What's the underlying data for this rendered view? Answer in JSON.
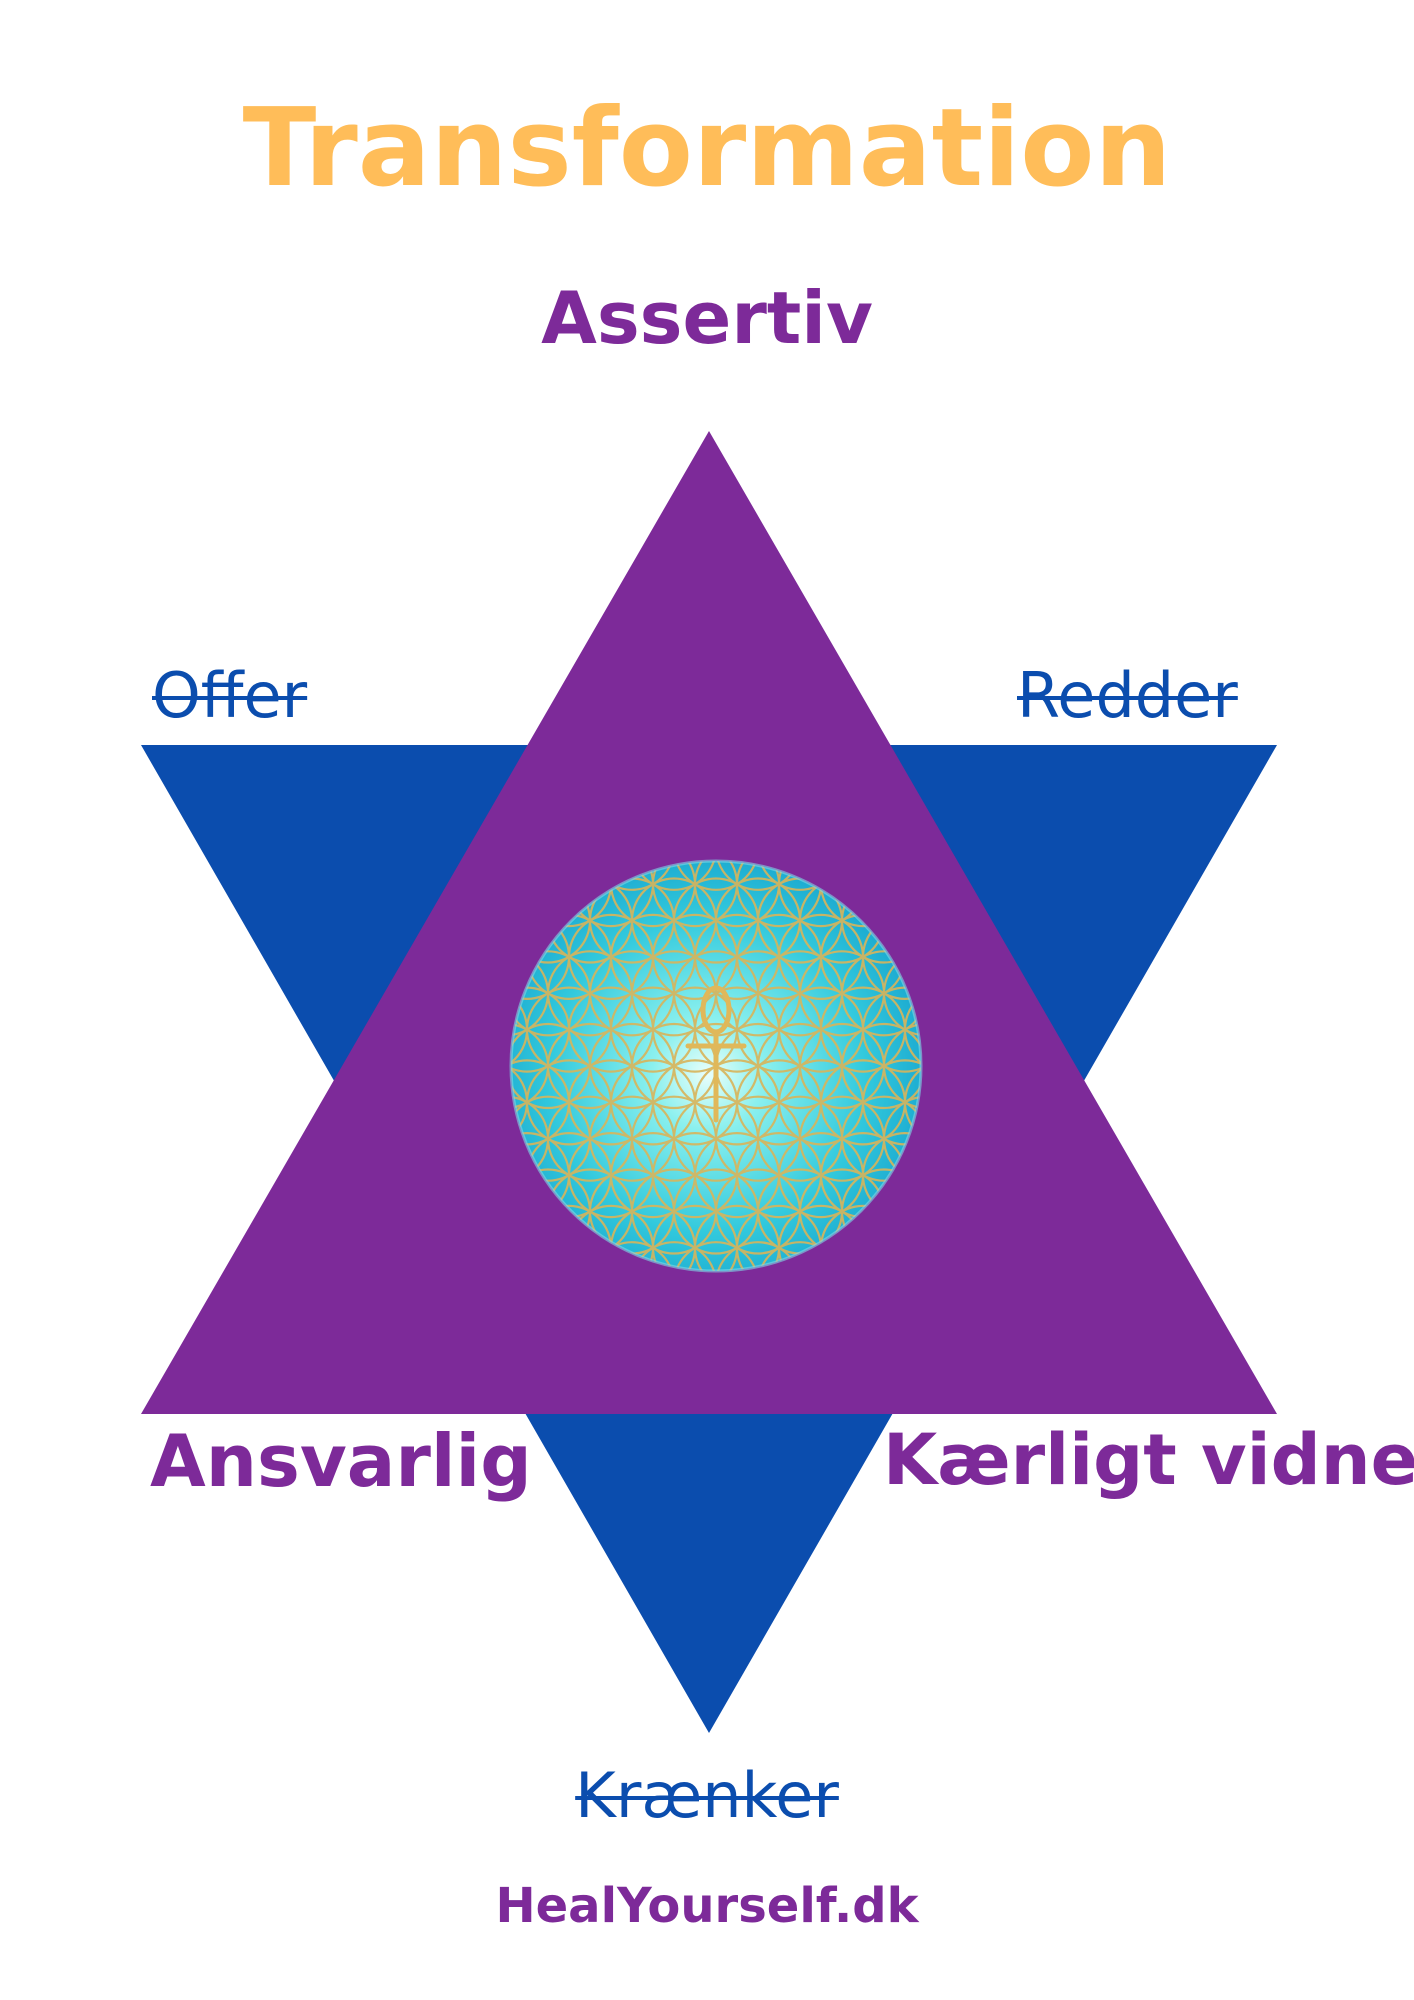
{
  "title": "Transformation",
  "labels": {
    "top": "Assertiv",
    "bottom_left": "Ansvarlig",
    "bottom_right": "Kærligt vidne",
    "offer": "Offer",
    "redder": "Redder",
    "kraenker": "Krænker"
  },
  "footer": "HealYourself.dk",
  "colors": {
    "title": "#FFBD59",
    "purple": "#7D2A99",
    "blue": "#0B4DAE",
    "orb": "#3FD0E0",
    "pattern": "#D9B45A"
  },
  "center_icon": "ankh-icon"
}
